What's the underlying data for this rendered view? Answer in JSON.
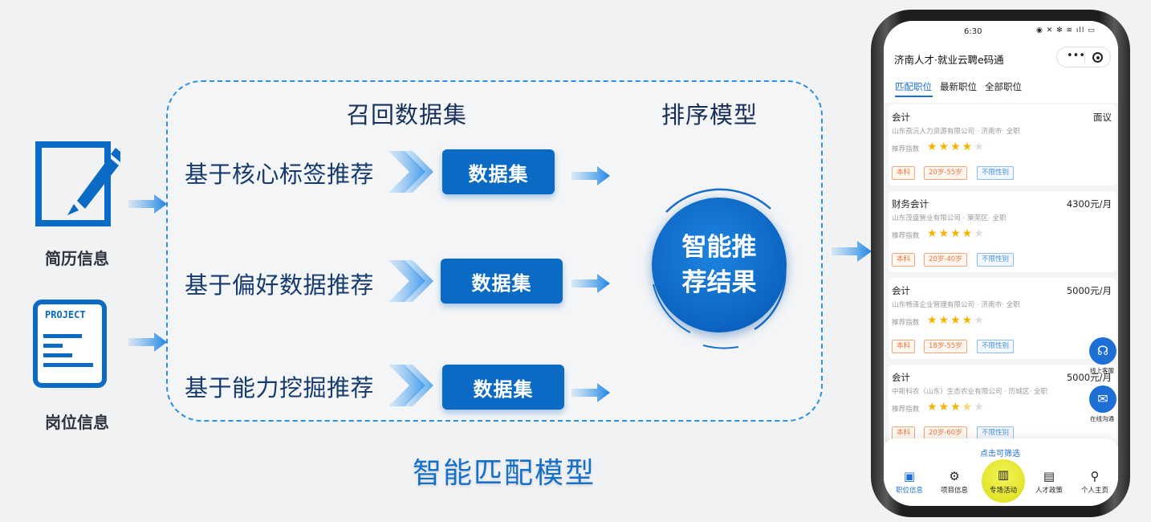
{
  "inputs": {
    "resume_label": "简历信息",
    "position_label": "岗位信息",
    "project_doc_text": "PROJECT"
  },
  "matching": {
    "recall_title": "召回数据集",
    "ranking_title": "排序模型",
    "recall_methods": [
      {
        "label": "基于核心标签推荐",
        "dataset": "数据集"
      },
      {
        "label": "基于偏好数据推荐",
        "dataset": "数据集"
      },
      {
        "label": "基于能力挖掘推荐",
        "dataset": "数据集"
      }
    ],
    "result_line1": "智能推",
    "result_line2": "荐结果",
    "model_title": "智能匹配模型"
  },
  "phone": {
    "status_time": "6:30",
    "status_icons": "◉ ✕ ✻ ≋ ıll ▭",
    "app_title": "济南人才·就业云聘e码通",
    "capsule_more": "•••",
    "tabs": [
      "匹配职位",
      "最新职位",
      "全部职位"
    ],
    "rating_label": "推荐指数",
    "jobs": [
      {
        "title": "会计",
        "salary": "面议",
        "company": "山东燕沅人力资源有限公司 · 济南市· 全职",
        "stars": 4,
        "half": false,
        "tags": [
          "本科",
          "20岁-55岁",
          "不限性别"
        ]
      },
      {
        "title": "财务会计",
        "salary": "4300元/月",
        "company": "山东茂盛管业有限公司 · 莱芜区· 全职",
        "stars": 4,
        "half": false,
        "tags": [
          "本科",
          "20岁-40岁",
          "不限性别"
        ]
      },
      {
        "title": "会计",
        "salary": "5000元/月",
        "company": "山东畅泽企业管理有限公司 · 济南市· 全职",
        "stars": 4,
        "half": false,
        "tags": [
          "本科",
          "18岁-55岁",
          "不限性别"
        ]
      },
      {
        "title": "会计",
        "salary": "5000元/月",
        "company": "中新科农（山东）生态农业有限公司 · 历城区· 全职",
        "stars": 3,
        "half": true,
        "tags": [
          "本科",
          "20岁-60岁",
          "不限性别"
        ]
      }
    ],
    "float_service_label": "线上客服",
    "float_chat_label": "在线沟通",
    "filter_text": "点击可筛选",
    "tabbar": [
      {
        "icon": "▣",
        "label": "职位信息"
      },
      {
        "icon": "⚙",
        "label": "项目信息"
      },
      {
        "icon": "▥",
        "label": "专场活动"
      },
      {
        "icon": "▤",
        "label": "人才政策"
      },
      {
        "icon": "⚲",
        "label": "个人主页"
      }
    ]
  },
  "colors": {
    "accent": "#0b6ac4",
    "frame": "#2d8fe8",
    "tab_active": "#1b6fd4",
    "star": "#f3b400",
    "special_tab": "#e3e71f"
  }
}
